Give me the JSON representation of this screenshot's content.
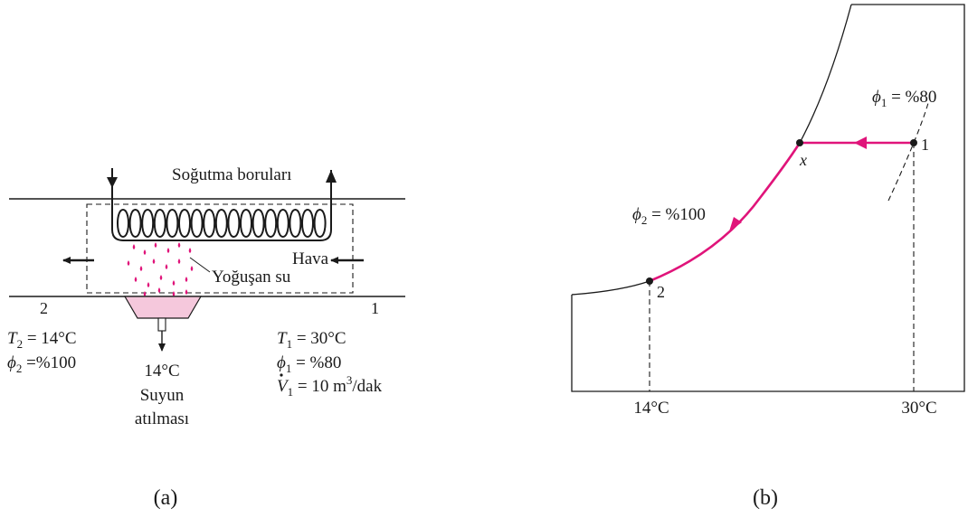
{
  "left_panel": {
    "caption": "(a)",
    "coil_label": "Soğutma boruları",
    "air_label": "Hava",
    "condensate_label": "Yoğuşan su",
    "state_out_no": "2",
    "state_in_no": "1",
    "state2": {
      "T_sym": "T",
      "T_sub": "2",
      "T_val": " = 14°C",
      "phi_sym": "ϕ",
      "phi_sub": "2",
      "phi_val": " =%100"
    },
    "drain": {
      "temp": "14°C",
      "line1": "Suyun",
      "line2": "atılması"
    },
    "state1": {
      "T_sym": "T",
      "T_sub": "1",
      "T_val": " = 30°C",
      "phi_sym": "ϕ",
      "phi_sub": "1",
      "phi_val": " = %80",
      "V_sym": "V",
      "V_sub": "1",
      "V_val": " = 10 m",
      "V_exp": "3",
      "V_unit": "/dak"
    }
  },
  "right_panel": {
    "caption": "(b)",
    "phi1_sym": "ϕ",
    "phi1_sub": "1",
    "phi1_val": " = %80",
    "phi2_sym": "ϕ",
    "phi2_sub": "2",
    "phi2_val": " = %100",
    "point1": "1",
    "point2": "2",
    "pointx": "x",
    "tick_left": "14°C",
    "tick_right": "30°C"
  },
  "colors": {
    "process": "#e0147a",
    "droplet": "#e0147a",
    "tray_fill": "#f5c8dc",
    "line": "#1a1a1a"
  }
}
